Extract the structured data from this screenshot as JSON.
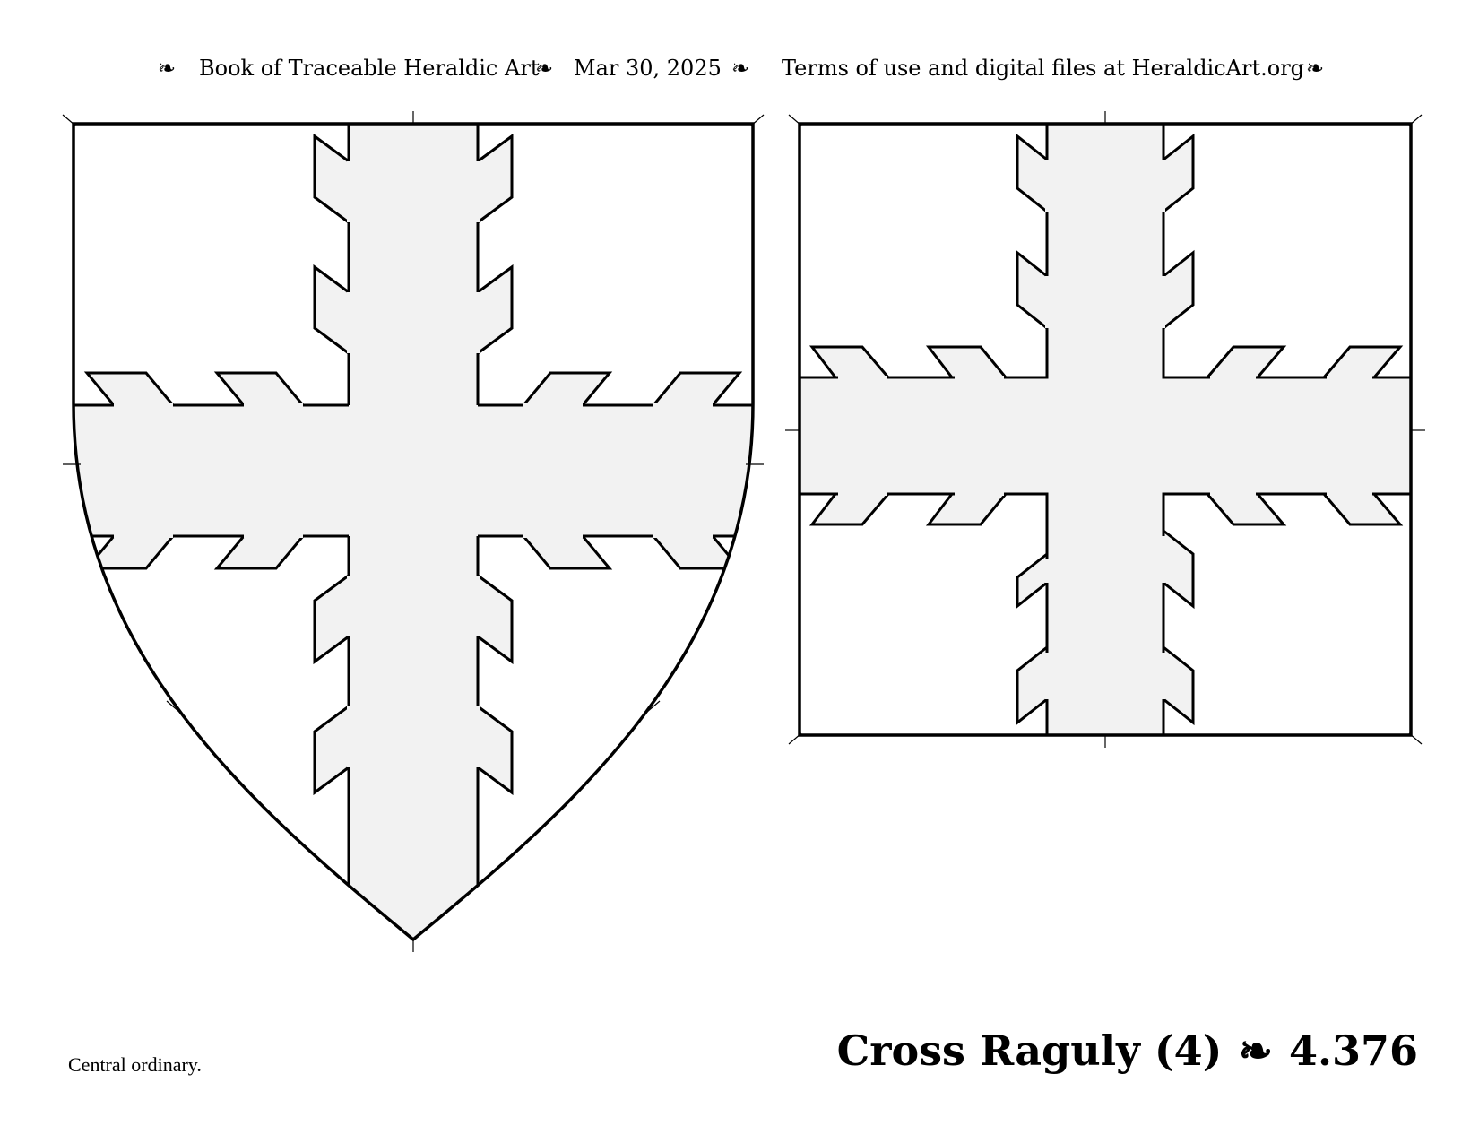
{
  "header": {
    "ornament": "❧",
    "book_title": "Book of Traceable Heraldic Art",
    "date": "Mar 30, 2025",
    "terms": "Terms of use and digital files at HeraldicArt.org"
  },
  "description": "Central ordinary.",
  "plate": {
    "name": "Cross Raguly (4)",
    "ornament": "❧",
    "number": "4.376"
  },
  "colors": {
    "fill": "#f2f2f2",
    "stroke": "#000000"
  }
}
